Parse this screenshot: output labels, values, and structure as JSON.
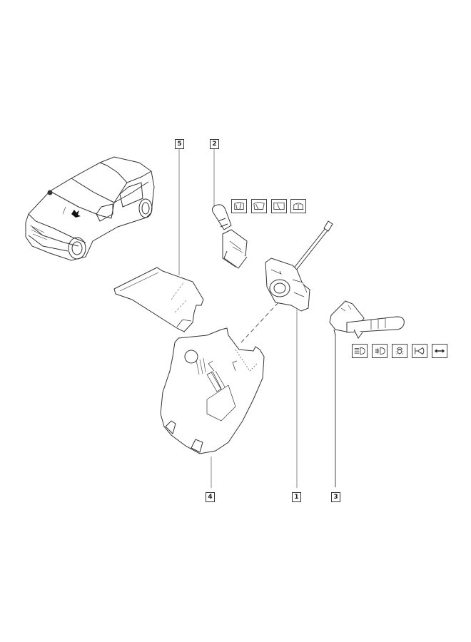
{
  "diagram": {
    "type": "exploded-parts-diagram",
    "subject": "Steering column switch assembly",
    "callouts": [
      {
        "id": "5",
        "label": "5",
        "part": "upper steering column shroud"
      },
      {
        "id": "2",
        "label": "2",
        "part": "wiper control stalk"
      },
      {
        "id": "1",
        "label": "1",
        "part": "rotary contact / switch base"
      },
      {
        "id": "4",
        "label": "4",
        "part": "lower steering column shroud"
      },
      {
        "id": "3",
        "label": "3",
        "part": "lighting control stalk"
      }
    ],
    "wiper_icons": [
      "front-wiper-wash-icon",
      "front-wiper-icon",
      "rear-wiper-icon",
      "rear-wiper-wash-icon"
    ],
    "lighting_icons": [
      "headlight-high-beam-icon",
      "fog-light-icon",
      "interior-light-icon",
      "horn-icon",
      "indicator-arrows-icon"
    ],
    "colors": {
      "line": "#333333",
      "leader": "#888888",
      "background": "#ffffff"
    }
  }
}
